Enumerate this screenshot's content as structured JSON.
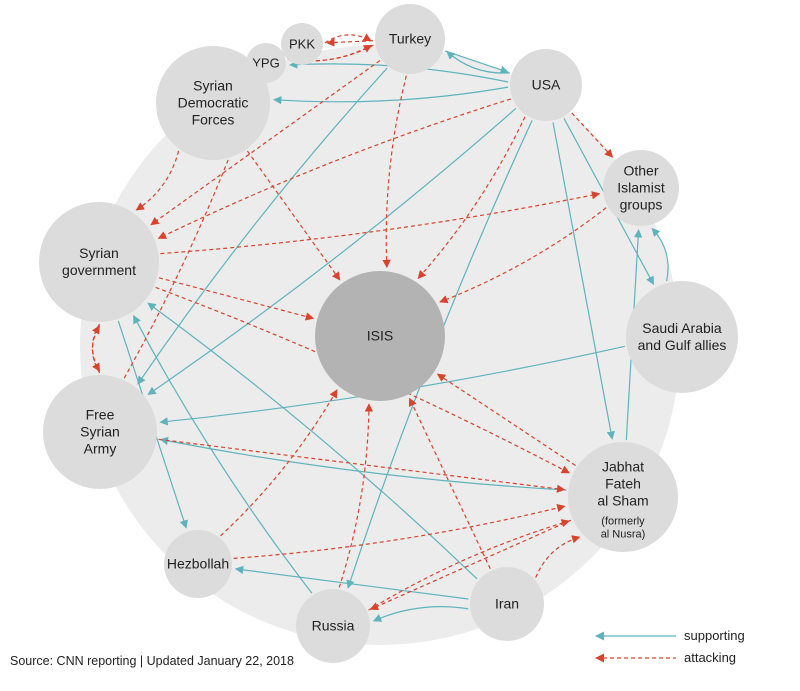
{
  "colors": {
    "supporting": "#5fb3bd",
    "attacking": "#d9432e",
    "ring": "#ececec",
    "node": "#dcdcdc",
    "center": "#b3b3b3"
  },
  "nodes": {
    "pkk": {
      "lines": [
        "PKK"
      ]
    },
    "ypg": {
      "lines": [
        "YPG"
      ]
    },
    "turkey": {
      "lines": [
        "Turkey"
      ]
    },
    "usa": {
      "lines": [
        "USA"
      ]
    },
    "sdf": {
      "lines": [
        "Syrian",
        "Democratic",
        "Forces"
      ]
    },
    "other": {
      "lines": [
        "Other",
        "Islamist",
        "groups"
      ]
    },
    "syrgov": {
      "lines": [
        "Syrian",
        "government"
      ]
    },
    "isis": {
      "lines": [
        "ISIS"
      ]
    },
    "saudi": {
      "lines": [
        "Saudi Arabia",
        "and Gulf allies"
      ]
    },
    "fsa": {
      "lines": [
        "Free",
        "Syrian",
        "Army"
      ]
    },
    "jabhat": {
      "lines": [
        "Jabhat",
        "Fateh",
        "al Sham"
      ],
      "note": [
        "(formerly",
        "al Nusra)"
      ]
    },
    "hezbollah": {
      "lines": [
        "Hezbollah"
      ]
    },
    "iran": {
      "lines": [
        "Iran"
      ]
    },
    "russia": {
      "lines": [
        "Russia"
      ]
    }
  },
  "relations": {
    "supporting": [
      [
        "usa",
        "turkey"
      ],
      [
        "turkey",
        "usa"
      ],
      [
        "usa",
        "ypg"
      ],
      [
        "usa",
        "sdf"
      ],
      [
        "usa",
        "saudi"
      ],
      [
        "turkey",
        "fsa"
      ],
      [
        "usa",
        "fsa"
      ],
      [
        "usa",
        "jabhat"
      ],
      [
        "saudi",
        "other"
      ],
      [
        "saudi",
        "fsa"
      ],
      [
        "jabhat",
        "other"
      ],
      [
        "iran",
        "syrgov"
      ],
      [
        "russia",
        "syrgov"
      ],
      [
        "iran",
        "hezbollah"
      ],
      [
        "iran",
        "russia"
      ],
      [
        "jabhat",
        "fsa"
      ],
      [
        "syrgov",
        "hezbollah"
      ],
      [
        "usa",
        "russia"
      ]
    ],
    "attacking": [
      [
        "pkk",
        "turkey"
      ],
      [
        "turkey",
        "pkk"
      ],
      [
        "ypg",
        "turkey"
      ],
      [
        "turkey",
        "ypg"
      ],
      [
        "turkey",
        "syrgov"
      ],
      [
        "turkey",
        "isis"
      ],
      [
        "sdf",
        "syrgov"
      ],
      [
        "sdf",
        "isis"
      ],
      [
        "usa",
        "syrgov"
      ],
      [
        "usa",
        "isis"
      ],
      [
        "usa",
        "other"
      ],
      [
        "syrgov",
        "fsa"
      ],
      [
        "fsa",
        "syrgov"
      ],
      [
        "syrgov",
        "isis"
      ],
      [
        "syrgov",
        "other"
      ],
      [
        "syrgov",
        "jabhat"
      ],
      [
        "fsa",
        "jabhat"
      ],
      [
        "fsa",
        "ypg"
      ],
      [
        "other",
        "isis"
      ],
      [
        "jabhat",
        "isis"
      ],
      [
        "russia",
        "isis"
      ],
      [
        "russia",
        "jabhat"
      ],
      [
        "iran",
        "isis"
      ],
      [
        "hezbollah",
        "isis"
      ],
      [
        "iran",
        "jabhat"
      ],
      [
        "jabhat",
        "russia"
      ],
      [
        "hezbollah",
        "jabhat"
      ],
      [
        "turkey",
        "usa-attack-none"
      ]
    ]
  },
  "legend": {
    "supporting": "supporting",
    "attacking": "attacking"
  },
  "footer": {
    "source": "Source: CNN reporting | Updated January 22, 2018"
  }
}
